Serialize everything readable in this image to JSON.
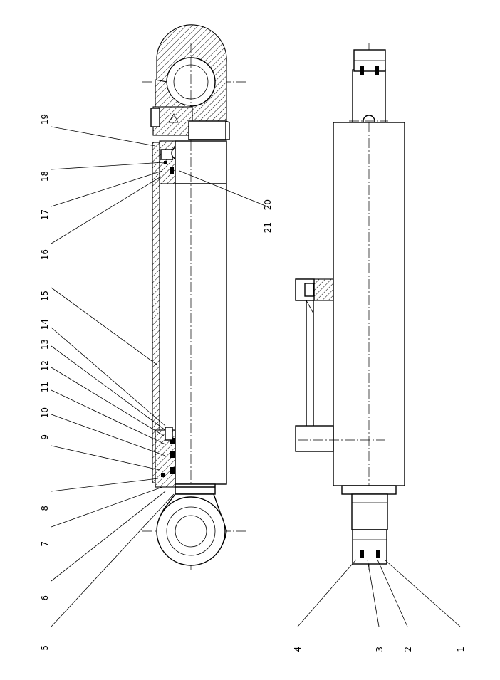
{
  "drawing": {
    "labels": [
      "1",
      "2",
      "3",
      "4",
      "5",
      "6",
      "7",
      "8",
      "9",
      "10",
      "11",
      "12",
      "13",
      "14",
      "15",
      "16",
      "17",
      "18",
      "19",
      "20",
      "21"
    ]
  }
}
